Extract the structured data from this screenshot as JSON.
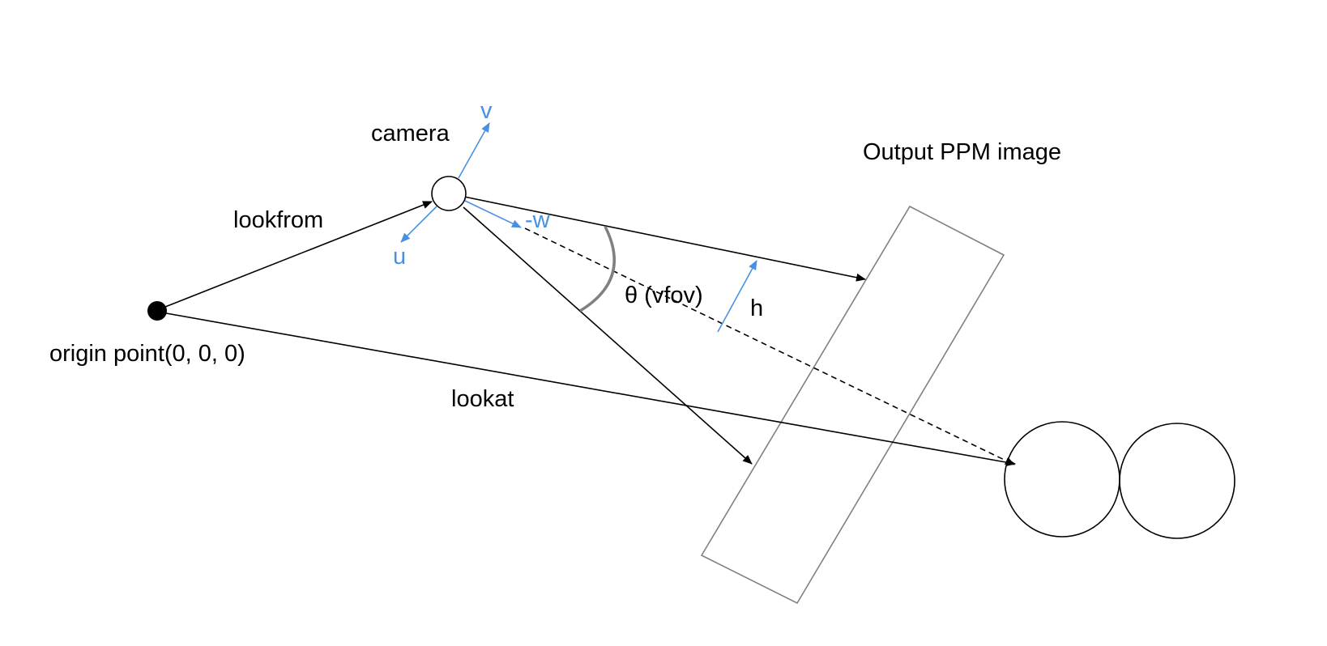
{
  "colors": {
    "black": "#000000",
    "gray": "#808080",
    "blue": "#4a90e2",
    "white": "#ffffff"
  },
  "labels": {
    "camera": "camera",
    "v": "v",
    "u": "u",
    "neg_w": "-w",
    "lookfrom": "lookfrom",
    "origin": "origin point(0, 0, 0)",
    "lookat": "lookat",
    "theta": "θ (vfov)",
    "h": "h",
    "output": "Output PPM image"
  }
}
